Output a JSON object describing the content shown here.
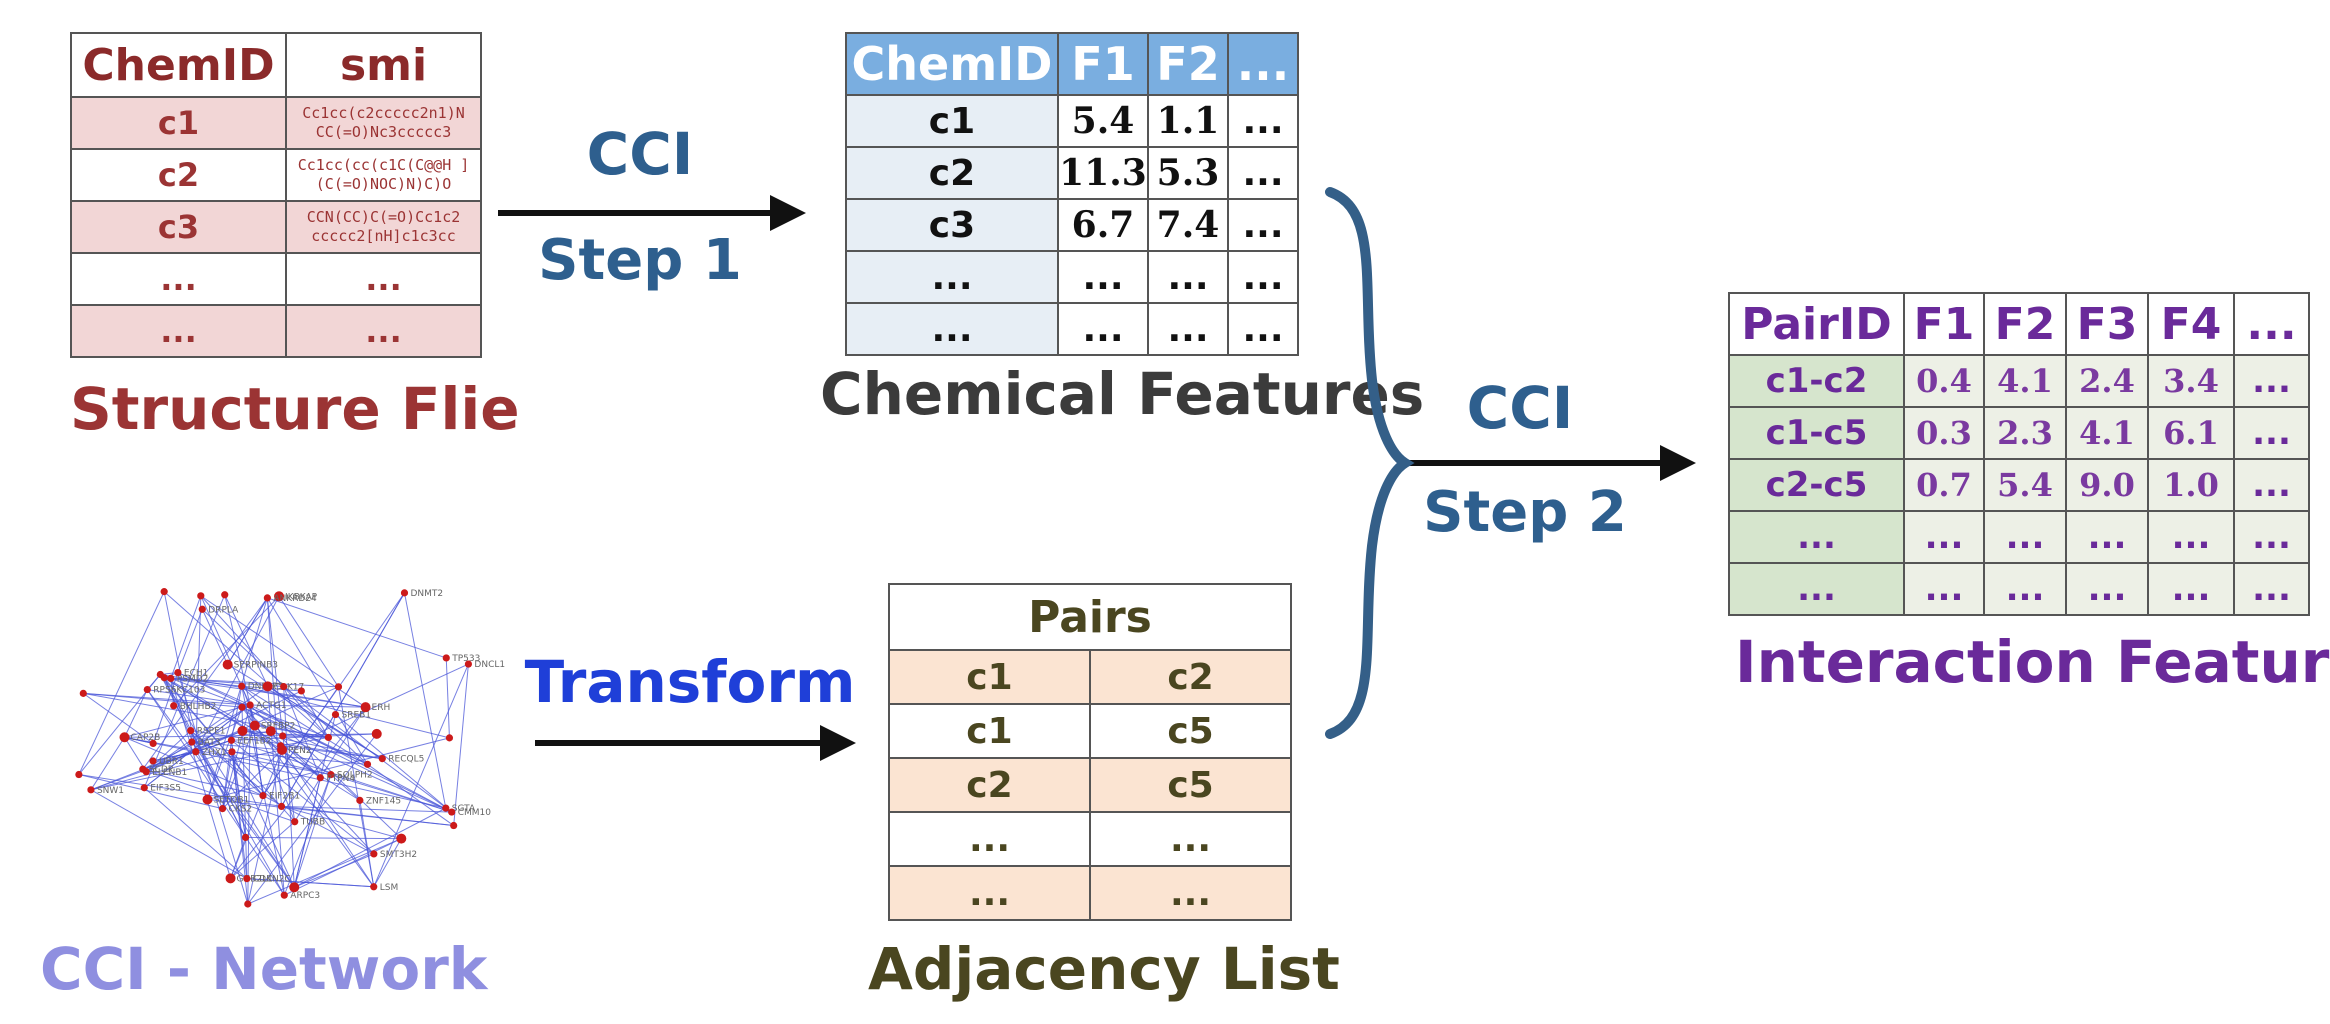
{
  "colors": {
    "structure": "#9b3434",
    "cci_label": "#2e5f8e",
    "transform": "#1f3fd8",
    "network_label": "#8f8fe0",
    "adjacency": "#4a4620",
    "interaction": "#6a2a9a",
    "chem_header": "#7aaee0"
  },
  "structure_file": {
    "caption": "Structure Flie",
    "headers": [
      "ChemID",
      "smi"
    ],
    "rows": [
      {
        "id": "c1",
        "smi": "Cc1cc(c2ccccc2n1)N CC(=O)Nc3ccccc3"
      },
      {
        "id": "c2",
        "smi": "Cc1cc(cc(c1C(C@@H ](C(=O)NOC)N)C)O"
      },
      {
        "id": "c3",
        "smi": "CCN(CC)C(=O)Cc1c2 ccccc2[nH]c1c3cc"
      },
      {
        "id": "...",
        "smi": "..."
      },
      {
        "id": "...",
        "smi": "..."
      }
    ]
  },
  "chemical_features": {
    "caption": "Chemical Features",
    "headers": [
      "ChemID",
      "F1",
      "F2",
      "..."
    ],
    "rows": [
      [
        "c1",
        "5.4",
        "1.1",
        "..."
      ],
      [
        "c2",
        "11.3",
        "5.3",
        "..."
      ],
      [
        "c3",
        "6.7",
        "7.4",
        "..."
      ],
      [
        "...",
        "...",
        "...",
        "..."
      ],
      [
        "...",
        "...",
        "...",
        "..."
      ]
    ]
  },
  "step1": {
    "label_top": "CCI",
    "label_bottom": "Step 1"
  },
  "step2": {
    "label_top": "CCI",
    "label_bottom": "Step 2"
  },
  "transform": {
    "label": "Transform"
  },
  "network": {
    "caption": "CCI - Network",
    "node_labels": [
      "CAP2B",
      "SOLPH2",
      "SCDP",
      "SGTA",
      "PSMD2",
      "GNB2L1",
      "ACTG1",
      "RSPE1",
      "DNF2P5",
      "RPS6KC103",
      "PEN2",
      "DNCL1",
      "ZNF145",
      "SREB1",
      "EIF3S5",
      "SERPINB3",
      "LSM",
      "ZHX1",
      "BHLHB2",
      "SMT3H2",
      "SETDB1",
      "CMM10",
      "ARPC3",
      "BAT3",
      "ECH1",
      "IKBKAP",
      "PTPN4",
      "EEF1B2",
      "RECQL5",
      "DRPLA",
      "ERH",
      "ELENB1",
      "SNW1",
      "UBR1",
      "EIF2B1",
      "CDK17",
      "CDKN2C",
      "DNMT2",
      "TP533",
      "ANKRD24",
      "SRFBP2",
      "CKS2",
      "TUBB"
    ]
  },
  "adjacency_list": {
    "caption": "Adjacency List",
    "header": "Pairs",
    "rows": [
      [
        "c1",
        "c2"
      ],
      [
        "c1",
        "c5"
      ],
      [
        "c2",
        "c5"
      ],
      [
        "...",
        "..."
      ],
      [
        "...",
        "..."
      ]
    ]
  },
  "interaction_features": {
    "caption": "Interaction Features",
    "headers": [
      "PairID",
      "F1",
      "F2",
      "F3",
      "F4",
      "..."
    ],
    "rows": [
      [
        "c1-c2",
        "0.4",
        "4.1",
        "2.4",
        "3.4",
        "..."
      ],
      [
        "c1-c5",
        "0.3",
        "2.3",
        "4.1",
        "6.1",
        "..."
      ],
      [
        "c2-c5",
        "0.7",
        "5.4",
        "9.0",
        "1.0",
        "..."
      ],
      [
        "...",
        "...",
        "...",
        "...",
        "...",
        "..."
      ],
      [
        "...",
        "...",
        "...",
        "...",
        "...",
        "..."
      ]
    ]
  }
}
